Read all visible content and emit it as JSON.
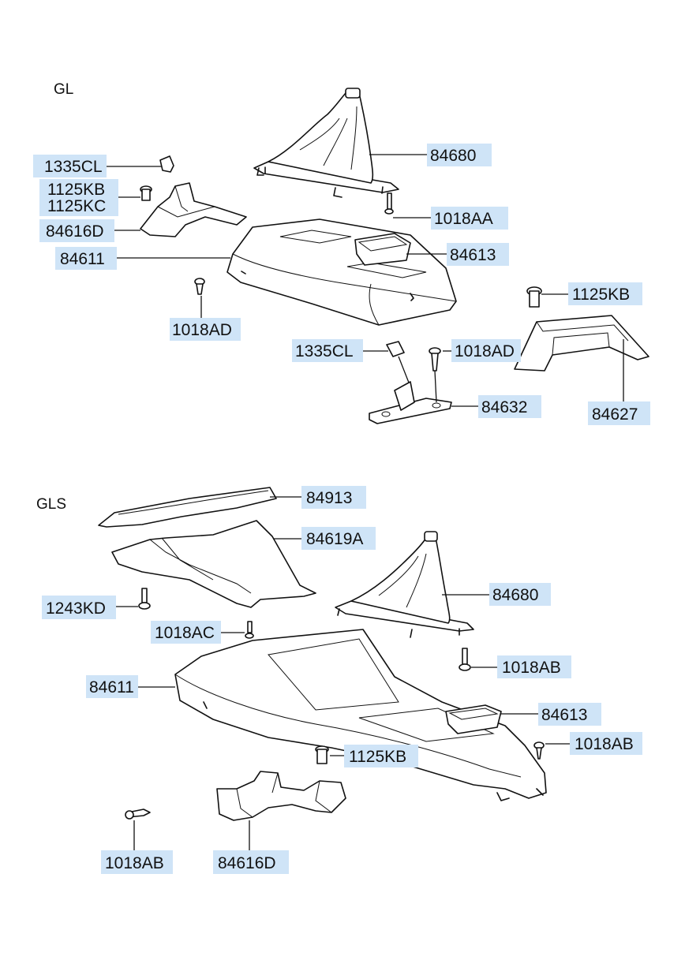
{
  "sections": {
    "gl": "GL",
    "gls": "GLS"
  },
  "labels": {
    "gl_1335CL_a": "1335CL",
    "gl_1125KB_a": "1125KB",
    "gl_1125KC": "1125KC",
    "gl_84616D": "84616D",
    "gl_84611": "84611",
    "gl_1018AD_a": "1018AD",
    "gl_84680": "84680",
    "gl_1018AA": "1018AA",
    "gl_84613": "84613",
    "gl_1125KB_b": "1125KB",
    "gl_1335CL_b": "1335CL",
    "gl_1018AD_b": "1018AD",
    "gl_84632": "84632",
    "gl_84627": "84627",
    "gls_84913": "84913",
    "gls_84619A": "84619A",
    "gls_84680": "84680",
    "gls_1243KD": "1243KD",
    "gls_1018AC": "1018AC",
    "gls_1018AB_a": "1018AB",
    "gls_84611": "84611",
    "gls_84613": "84613",
    "gls_1018AB_b": "1018AB",
    "gls_1125KB": "1125KB",
    "gls_1018AB_c": "1018AB",
    "gls_84616D": "84616D"
  },
  "colors": {
    "label_highlight": "#cfe4f7",
    "line": "#111111",
    "background": "#ffffff"
  }
}
